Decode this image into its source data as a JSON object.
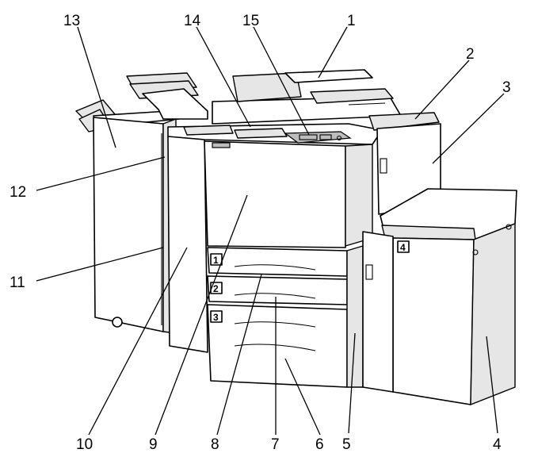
{
  "diagram": {
    "callouts": [
      {
        "id": "c1",
        "label": "1"
      },
      {
        "id": "c2",
        "label": "2"
      },
      {
        "id": "c3",
        "label": "3"
      },
      {
        "id": "c4",
        "label": "4"
      },
      {
        "id": "c5",
        "label": "5"
      },
      {
        "id": "c6",
        "label": "6"
      },
      {
        "id": "c7",
        "label": "7"
      },
      {
        "id": "c8",
        "label": "8"
      },
      {
        "id": "c9",
        "label": "9"
      },
      {
        "id": "c10",
        "label": "10"
      },
      {
        "id": "c11",
        "label": "11"
      },
      {
        "id": "c12",
        "label": "12"
      },
      {
        "id": "c13",
        "label": "13"
      },
      {
        "id": "c14",
        "label": "14"
      },
      {
        "id": "c15",
        "label": "15"
      }
    ],
    "tray_labels": [
      "1",
      "2",
      "3",
      "4"
    ]
  }
}
